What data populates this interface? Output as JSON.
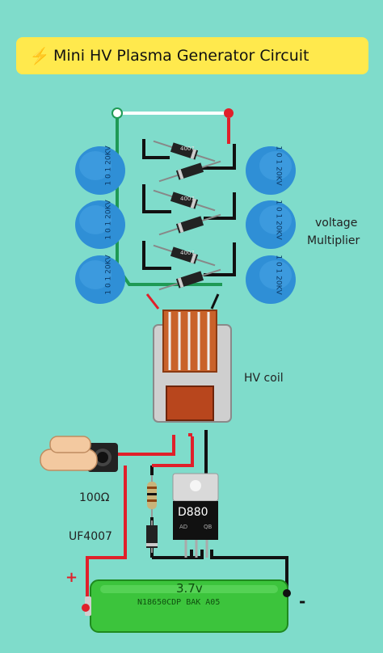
{
  "header": {
    "title": "Mini HV Plasma Generator Circuit",
    "icon": "lightning-icon"
  },
  "labels": {
    "multiplier_line1": "voltage",
    "multiplier_line2": "Multiplier",
    "coil": "HV coil",
    "resistor": "100Ω",
    "diode": "UF4007",
    "plus": "+",
    "minus": "-"
  },
  "capacitor_marking": {
    "line1": "1 0 1",
    "line2": "20KV"
  },
  "diode_marking": "4007",
  "transistor": {
    "label": "D880",
    "pin1": "AD",
    "pin2": "QB"
  },
  "battery": {
    "voltage": "3.7v",
    "model": "N18650CDP BAK A05"
  },
  "colors": {
    "background": "#7fdccb",
    "banner": "#ffe94d",
    "capacitor": "#2f8fd6",
    "wire_red": "#e0202a",
    "wire_black": "#111111",
    "wire_green": "#1e9a55",
    "battery": "#3cc43c",
    "coil": "#c9622a"
  }
}
